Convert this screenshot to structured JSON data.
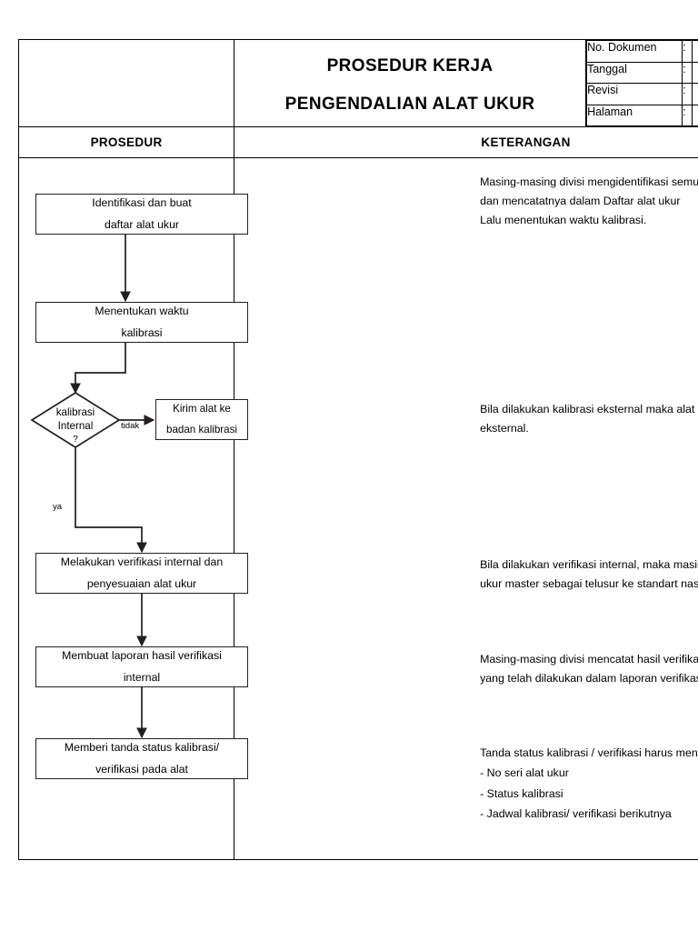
{
  "document": {
    "header": {
      "logo_cell": "",
      "title_line_1": "PROSEDUR KERJA",
      "title_line_2": "PENGENDALIAN ALAT UKUR",
      "meta_rows": [
        {
          "label": "No. Dokumen",
          "colon": ":",
          "value": ""
        },
        {
          "label": "Tanggal",
          "colon": ":",
          "value": ""
        },
        {
          "label": "Revisi",
          "colon": ":",
          "value": ""
        },
        {
          "label": "Halaman",
          "colon": ":",
          "value": ""
        }
      ]
    },
    "columns": {
      "prosedur_header": "PROSEDUR",
      "keterangan_header": "KETERANGAN"
    }
  },
  "flowchart": {
    "nodes": [
      {
        "id": "identifikasi",
        "type": "process",
        "line1": "Identifikasi dan buat",
        "line2": "daftar alat ukur"
      },
      {
        "id": "menentukan",
        "type": "process",
        "line1": "Menentukan waktu",
        "line2": "kalibrasi"
      },
      {
        "id": "kalibrasi-int",
        "type": "decision",
        "line1": "kalibrasi",
        "line2": "Internal",
        "line3": "?"
      },
      {
        "id": "kirim-alat",
        "type": "process",
        "line1": "Kirim alat ke",
        "line2": "badan kalibrasi"
      },
      {
        "id": "verifikasi",
        "type": "process",
        "line1": "Melakukan verifikasi internal dan",
        "line2": "penyesuaian alat ukur"
      },
      {
        "id": "laporan",
        "type": "process",
        "line1": "Membuat laporan hasil verifikasi",
        "line2": "internal"
      },
      {
        "id": "tanda-status",
        "type": "process",
        "line1": "Memberi tanda status kalibrasi/",
        "line2": "verifikasi pada alat"
      }
    ],
    "edge_labels": {
      "tidak": "tidak",
      "ya": "ya"
    },
    "line_color": "#231f20"
  },
  "keterangan": {
    "blocks": [
      {
        "id": "note-identifikasi",
        "lines": [
          "Masing-masing divisi mengidentifikasi semua alat ukur yang dimiliki perusahaan",
          "dan mencatatnya dalam Daftar alat ukur",
          "Lalu menentukan waktu kalibrasi."
        ]
      },
      {
        "id": "note-eksternal",
        "lines": [
          "Bila dilakukan kalibrasi eksternal maka alat ukur dikirim ke badan  kalibrasi",
          "eksternal."
        ]
      },
      {
        "id": "note-internal",
        "lines": [
          "Bila dilakukan verifikasi internal, maka masing-masing divisi menggunakan alat",
          "ukur master sebagai telusur ke standart nasional/ Internasional."
        ]
      },
      {
        "id": "note-laporan",
        "lines": [
          "Masing-masing divisi mencatat hasil verifikasi internal termasuk penyesuaian",
          "yang telah dilakukan dalam laporan verifikasi"
        ]
      },
      {
        "id": "note-tanda-status",
        "lines": [
          "Tanda status kalibrasi / verifikasi harus mencantumkan :",
          "- No seri alat ukur",
          "- Status kalibrasi",
          "- Jadwal kalibrasi/ verifikasi berikutnya"
        ]
      }
    ]
  }
}
